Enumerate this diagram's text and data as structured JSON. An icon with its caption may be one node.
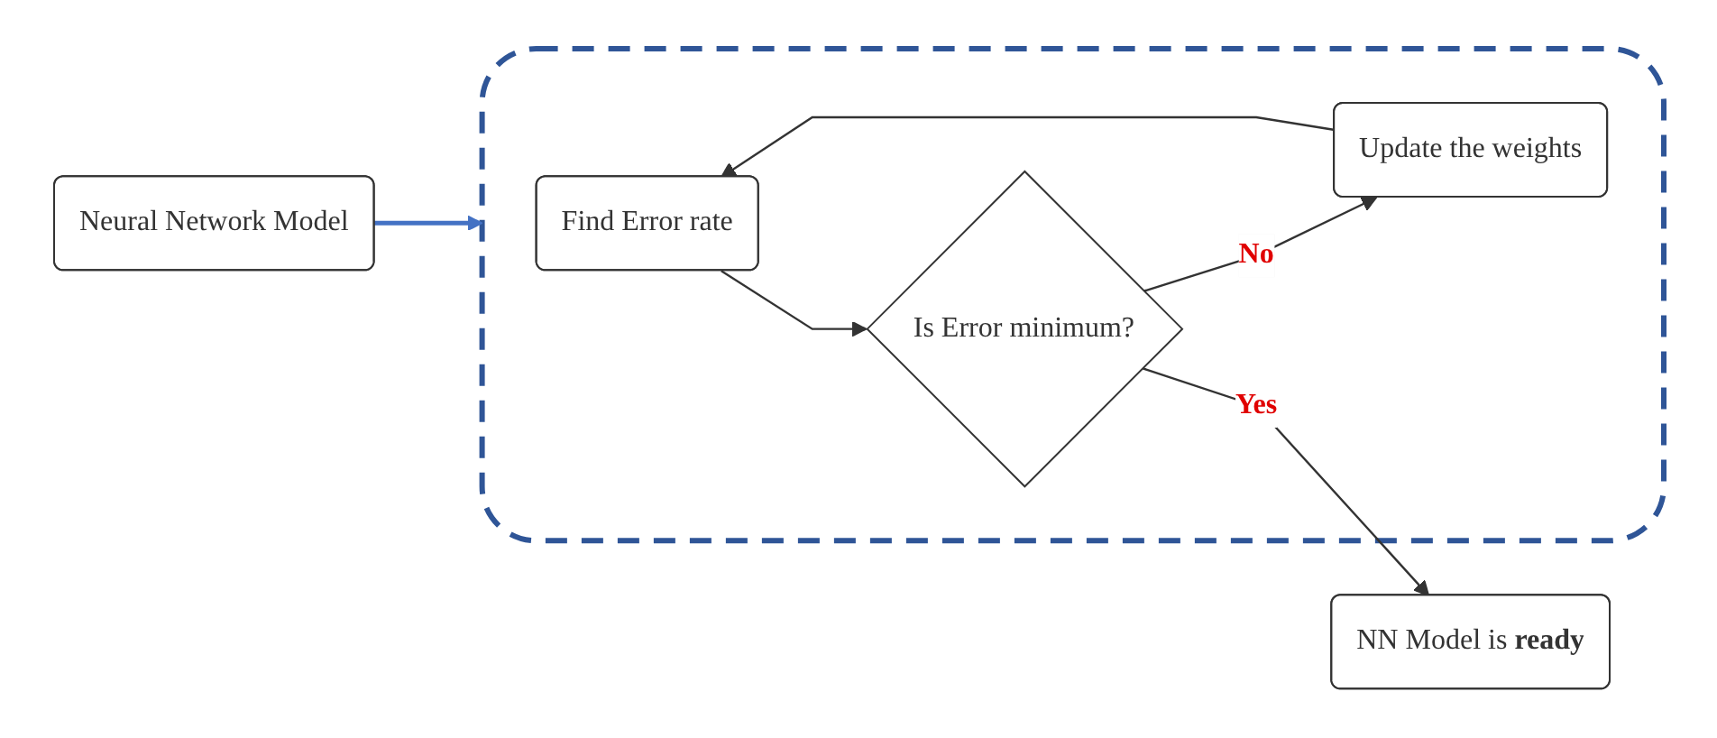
{
  "diagram": {
    "nodes": [
      {
        "text": [
          "Neural Network Model"
        ]
      },
      {
        "text": [],
        "shape": "box"
      },
      {
        "text": [
          "Find Error rate"
        ],
        "in": 1
      },
      {
        "text": [
          "Is Error minimum?"
        ],
        "in": 1
      },
      {
        "text": [
          "Update the weights"
        ],
        "in": 1
      },
      {
        "text": [
          "NN Model is **ready**"
        ]
      }
    ],
    "edges": [
      {
        "from": 0,
        "to": 1,
        "arrow": "to",
        "color": "#4472c4"
      },
      {
        "from": 2,
        "to": 3,
        "arrow": "to"
      },
      {
        "from": 3,
        "to": 4,
        "arrow": "to",
        "label": "No"
      },
      {
        "from": 4,
        "to": 2,
        "arrow": "to"
      },
      {
        "from": 3,
        "to": 5,
        "arrow": "to",
        "label": "Yes"
      }
    ]
  }
}
